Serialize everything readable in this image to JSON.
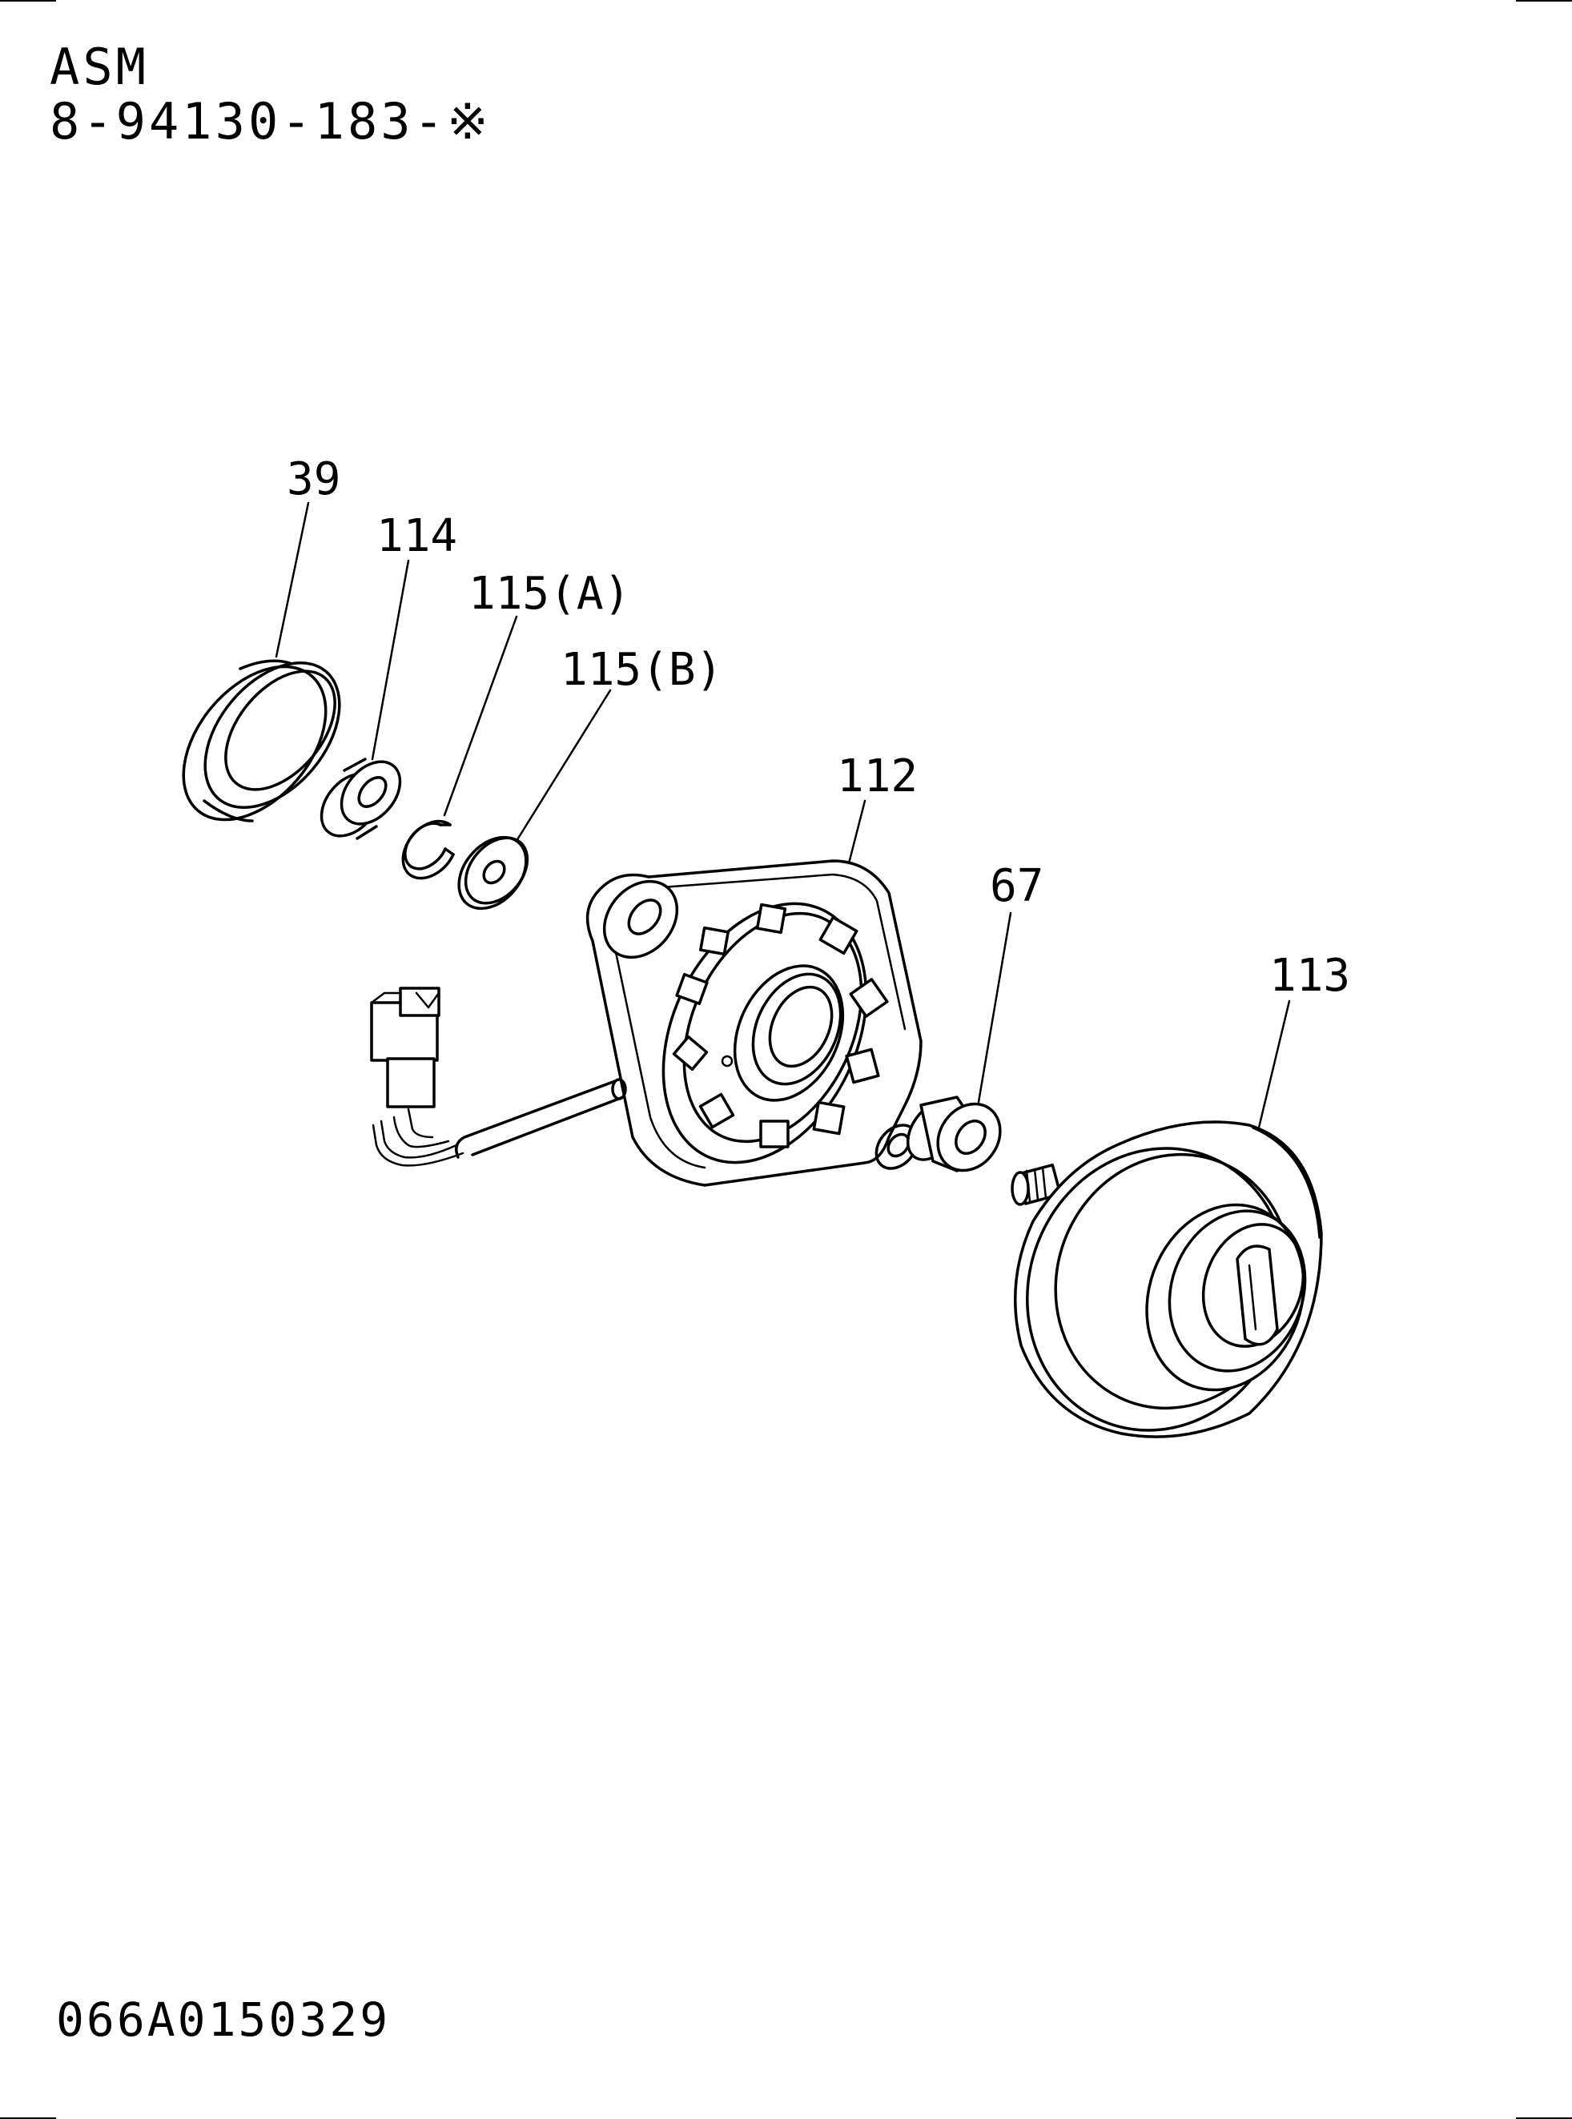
{
  "header": {
    "line1": "ASM",
    "line2": "8-94130-183-※"
  },
  "callouts": [
    {
      "id": "39",
      "label": "39"
    },
    {
      "id": "114",
      "label": "114"
    },
    {
      "id": "115a",
      "label": "115(A)"
    },
    {
      "id": "115b",
      "label": "115(B)"
    },
    {
      "id": "112",
      "label": "112"
    },
    {
      "id": "67",
      "label": "67"
    },
    {
      "id": "113",
      "label": "113"
    }
  ],
  "footer": {
    "drawing_code": "066A0150329"
  }
}
